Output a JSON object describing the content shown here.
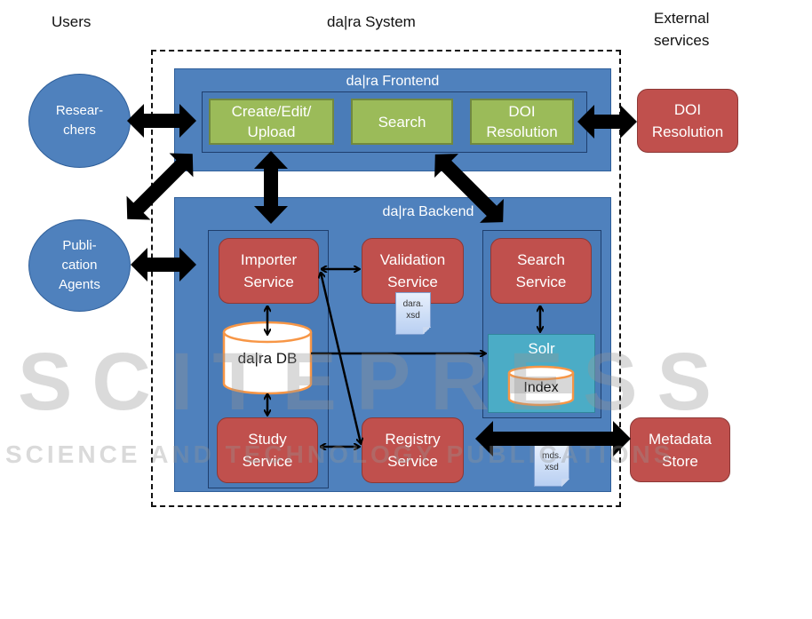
{
  "headers": {
    "users": "Users",
    "system": "da|ra System",
    "external": "External\nservices"
  },
  "users": {
    "researchers": "Resear-\nchers",
    "publication_agents": "Publi-\ncation\nAgents"
  },
  "frontend": {
    "title": "da|ra Frontend",
    "components": [
      {
        "label": "Create/Edit/\nUpload"
      },
      {
        "label": "Search"
      },
      {
        "label": "DOI\nResolution"
      }
    ]
  },
  "backend": {
    "title": "da|ra Backend",
    "importer": "Importer\nService",
    "validation": "Validation\nService",
    "validation_schema": "dara.\nxsd",
    "database": "da|ra DB",
    "study": "Study\nService",
    "registry": "Registry\nService",
    "registry_schema": "mds.\nxsd",
    "search": "Search\nService",
    "solr": "Solr",
    "index": "Index"
  },
  "external": {
    "doi_resolution": "DOI\nResolution",
    "metadata_store": "Metadata\nStore"
  },
  "watermark": {
    "line1": "SCITEPRESS",
    "line2": "SCIENCE AND TECHNOLOGY PUBLICATIONS"
  },
  "colors": {
    "panel_blue": "#4f81bd",
    "component_green": "#9bbb59",
    "service_red": "#c0504d",
    "solr_teal": "#4bacc6",
    "db_outline_orange": "#f79646"
  }
}
